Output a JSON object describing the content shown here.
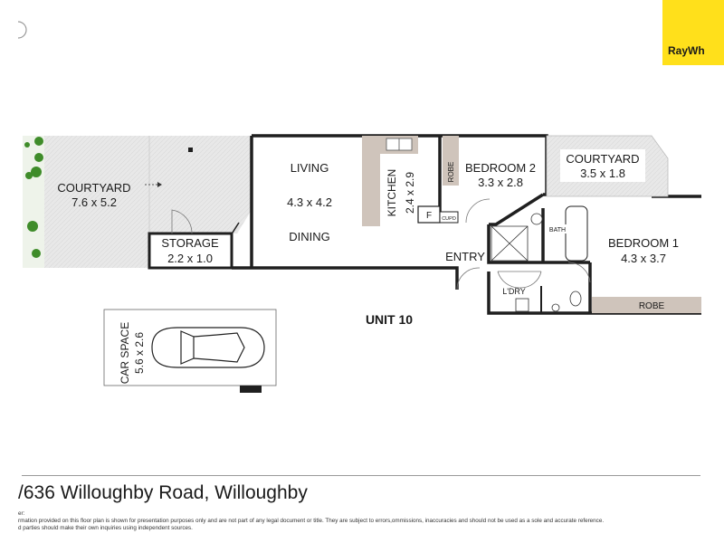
{
  "brand": {
    "name": "RayWhite",
    "visible_text": "RayWh",
    "color": "#ffe01b"
  },
  "rooms": {
    "courtyard_left": {
      "name": "COURTYARD",
      "size": "7.6 x 5.2"
    },
    "storage": {
      "name": "STORAGE",
      "size": "2.2 x 1.0"
    },
    "living": {
      "name": "LIVING",
      "size": "4.3 x 4.2"
    },
    "dining": {
      "name": "DINING"
    },
    "kitchen": {
      "name": "KITCHEN",
      "size": "2.4 x 2.9"
    },
    "fridge": "F",
    "cupboard": "CUPD",
    "robe_small": "ROBE",
    "bedroom2": {
      "name": "BEDROOM 2",
      "size": "3.3 x 2.8"
    },
    "courtyard_right": {
      "name": "COURTYARD",
      "size": "3.5 x 1.8"
    },
    "bath": "BATH",
    "bedroom1": {
      "name": "BEDROOM 1",
      "size": "4.3 x 3.7"
    },
    "entry": "ENTRY",
    "laundry": "L'DRY",
    "robe_large": "ROBE",
    "car_space": {
      "name": "CAR SPACE",
      "size": "5.6 x 2.6"
    }
  },
  "unit_label": "UNIT 10",
  "address": "/636 Willoughby Road, Willoughby",
  "disclaimer": {
    "line1": "er:",
    "line2": "rmation provided on this floor plan is shown for presentation purposes only and are not part of any legal document or title. They are subject to errors,ommissions, inaccuracies and should not be used as a sole and accurate reference.",
    "line3": "d parties should make their own inquiries using independent sources."
  },
  "colors": {
    "wall": "#1f1f1f",
    "courtyard_fill": "#e7e7e7",
    "joinery_fill": "#cfc4bb",
    "tree_green": "#3f8c2a"
  },
  "icons": [
    "compass-icon",
    "tree-icon",
    "car-icon",
    "sink-icon",
    "bathtub-icon",
    "toilet-icon",
    "shower-icon",
    "door-swing-icon"
  ]
}
